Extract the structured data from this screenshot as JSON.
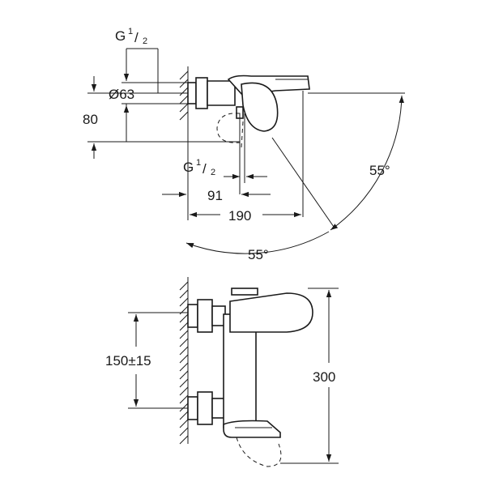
{
  "top_view": {
    "thread_label_top": {
      "main": "G",
      "num": "1",
      "den": "2"
    },
    "diameter_label": "Ø63",
    "depth_label": "80",
    "thread_label_bottom": {
      "main": "G",
      "num": "1",
      "den": "2"
    },
    "dim_91": "91",
    "dim_190": "190",
    "angle_right": "55°",
    "angle_bottom": "55°"
  },
  "front_view": {
    "dim_center": "150±15",
    "dim_height": "300"
  }
}
